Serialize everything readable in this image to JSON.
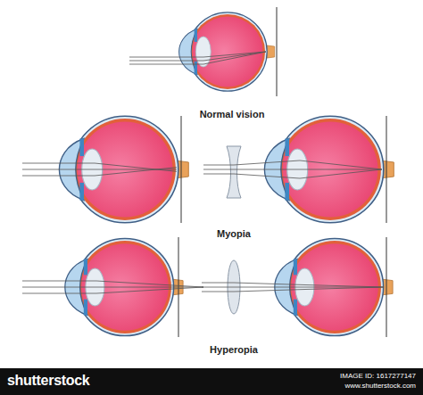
{
  "diagram": {
    "labels": [
      "Normal vision",
      "Myopia",
      "Hyperopia",
      "shutterstock",
      "IMAGE ID: 1617277147",
      "www.shutterstock.com"
    ]
  }
}
